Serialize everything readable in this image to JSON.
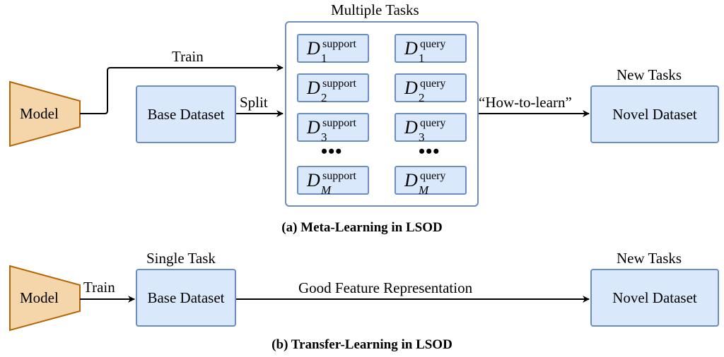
{
  "diagram_a": {
    "model_label": "Model",
    "train_label": "Train",
    "base_dataset_label": "Base Dataset",
    "split_label": "Split",
    "multiple_tasks_label": "Multiple Tasks",
    "tasks": [
      {
        "support": "D",
        "support_sup": "support",
        "support_sub": "1",
        "query": "D",
        "query_sup": "query",
        "query_sub": "1"
      },
      {
        "support": "D",
        "support_sup": "support",
        "support_sub": "2",
        "query": "D",
        "query_sup": "query",
        "query_sub": "2"
      },
      {
        "support": "D",
        "support_sup": "support",
        "support_sub": "3",
        "query": "D",
        "query_sup": "query",
        "query_sub": "3"
      },
      {
        "support": "D",
        "support_sup": "support",
        "support_sub": "M",
        "query": "D",
        "query_sup": "query",
        "query_sub": "M"
      }
    ],
    "ellipsis": "•••",
    "how_to_learn_label": "“How-to-learn”",
    "new_tasks_label": "New Tasks",
    "novel_dataset_label": "Novel Dataset",
    "caption": "(a) Meta-Learning in LSOD"
  },
  "diagram_b": {
    "model_label": "Model",
    "train_label": "Train",
    "single_task_label": "Single Task",
    "base_dataset_label": "Base Dataset",
    "feature_label": "Good Feature Representation",
    "new_tasks_label": "New Tasks",
    "novel_dataset_label": "Novel Dataset",
    "caption": "(b) Transfer-Learning in LSOD"
  },
  "colors": {
    "dataset_fill": "#dae8fc",
    "dataset_stroke": "#6c8ebf",
    "model_fill": "#f5d6aa",
    "model_stroke": "#b46504"
  }
}
